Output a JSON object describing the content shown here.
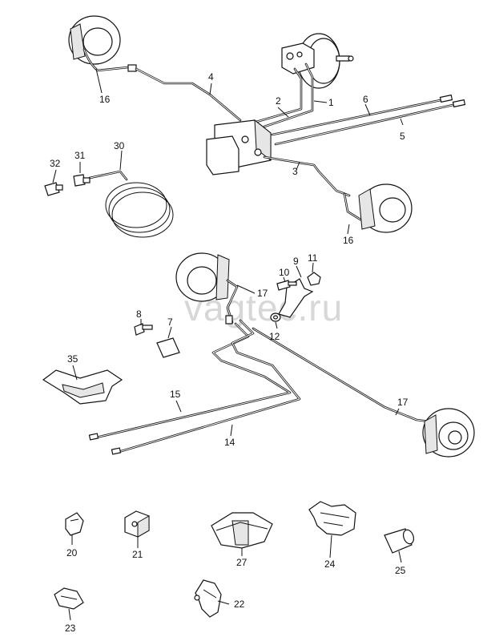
{
  "watermark": "vagtec.ru",
  "callouts": [
    {
      "id": "c1",
      "text": "1"
    },
    {
      "id": "c2",
      "text": "2"
    },
    {
      "id": "c3",
      "text": "3"
    },
    {
      "id": "c4",
      "text": "4"
    },
    {
      "id": "c5",
      "text": "5"
    },
    {
      "id": "c6",
      "text": "6"
    },
    {
      "id": "c7",
      "text": "7"
    },
    {
      "id": "c8",
      "text": "8"
    },
    {
      "id": "c9",
      "text": "9"
    },
    {
      "id": "c10",
      "text": "10"
    },
    {
      "id": "c11",
      "text": "11"
    },
    {
      "id": "c12",
      "text": "12"
    },
    {
      "id": "c14",
      "text": "14"
    },
    {
      "id": "c15",
      "text": "15"
    },
    {
      "id": "c16a",
      "text": "16"
    },
    {
      "id": "c16b",
      "text": "16"
    },
    {
      "id": "c17a",
      "text": "17"
    },
    {
      "id": "c17b",
      "text": "17"
    },
    {
      "id": "c20",
      "text": "20"
    },
    {
      "id": "c21",
      "text": "21"
    },
    {
      "id": "c22",
      "text": "22"
    },
    {
      "id": "c23",
      "text": "23"
    },
    {
      "id": "c24",
      "text": "24"
    },
    {
      "id": "c25",
      "text": "25"
    },
    {
      "id": "c27",
      "text": "27"
    },
    {
      "id": "c30",
      "text": "30"
    },
    {
      "id": "c31",
      "text": "31"
    },
    {
      "id": "c32",
      "text": "32"
    },
    {
      "id": "c35",
      "text": "35"
    }
  ]
}
